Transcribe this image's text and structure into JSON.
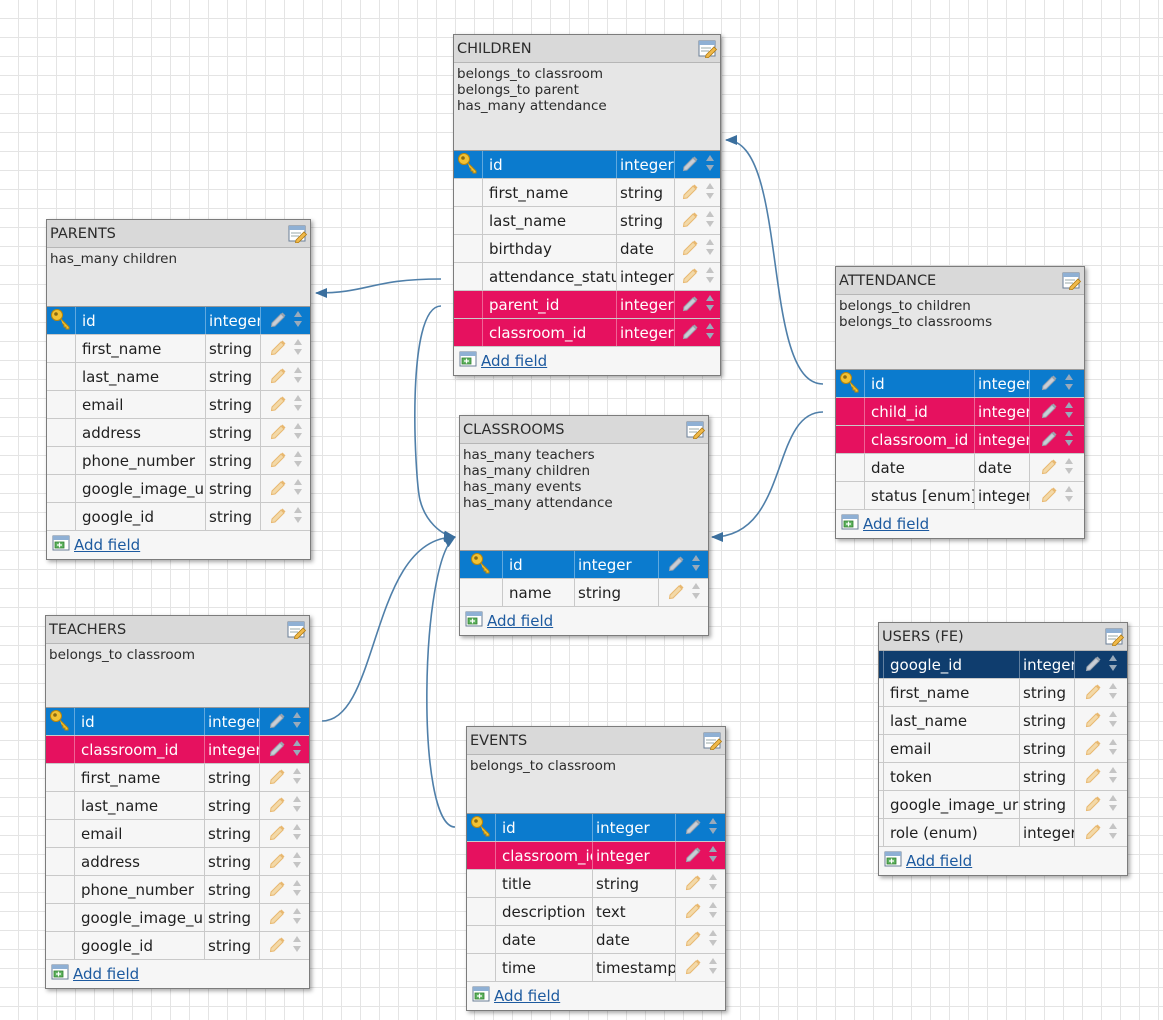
{
  "colors": {
    "primary_key_row": "#0b7bce",
    "foreign_key_row": "#e6115f",
    "fe_key_row": "#0f3d6e",
    "connector": "#4f7fa9",
    "link": "#1d5a9f"
  },
  "icons": {
    "key": "key-icon",
    "edit_table": "edit-table-icon",
    "edit_field": "pencil-icon",
    "reorder": "updown-arrows-icon",
    "add_field": "add-field-icon"
  },
  "add_field_label": "Add field",
  "tables": {
    "children": {
      "title": "CHILDREN",
      "description": "belongs_to classroom\nbelongs_to parent\nhas_many attendance",
      "fields": [
        {
          "name": "id",
          "type": "integer",
          "kind": "pk"
        },
        {
          "name": "first_name",
          "type": "string",
          "kind": ""
        },
        {
          "name": "last_name",
          "type": "string",
          "kind": ""
        },
        {
          "name": "birthday",
          "type": "date",
          "kind": ""
        },
        {
          "name": "attendance_status",
          "type": "integer",
          "kind": ""
        },
        {
          "name": "parent_id",
          "type": "integer",
          "kind": "fk"
        },
        {
          "name": "classroom_id",
          "type": "integer",
          "kind": "fk"
        }
      ]
    },
    "parents": {
      "title": "PARENTS",
      "description": "has_many children",
      "fields": [
        {
          "name": "id",
          "type": "integer",
          "kind": "pk"
        },
        {
          "name": "first_name",
          "type": "string",
          "kind": ""
        },
        {
          "name": "last_name",
          "type": "string",
          "kind": ""
        },
        {
          "name": "email",
          "type": "string",
          "kind": ""
        },
        {
          "name": "address",
          "type": "string",
          "kind": ""
        },
        {
          "name": "phone_number",
          "type": "string",
          "kind": ""
        },
        {
          "name": "google_image_url",
          "type": "string",
          "kind": ""
        },
        {
          "name": "google_id",
          "type": "string",
          "kind": ""
        }
      ]
    },
    "attendance": {
      "title": "ATTENDANCE",
      "description": "belongs_to children\nbelongs_to classrooms",
      "fields": [
        {
          "name": "id",
          "type": "integer",
          "kind": "pk"
        },
        {
          "name": "child_id",
          "type": "integer",
          "kind": "fk"
        },
        {
          "name": "classroom_id",
          "type": "integer",
          "kind": "fk"
        },
        {
          "name": "date",
          "type": "date",
          "kind": ""
        },
        {
          "name": "status [enum]",
          "type": "integer",
          "kind": ""
        }
      ]
    },
    "classrooms": {
      "title": "CLASSROOMS",
      "description": "has_many teachers\nhas_many children\nhas_many events\nhas_many attendance",
      "fields": [
        {
          "name": "id",
          "type": "integer",
          "kind": "pk"
        },
        {
          "name": "name",
          "type": "string",
          "kind": ""
        }
      ]
    },
    "teachers": {
      "title": "TEACHERS",
      "description": "belongs_to classroom",
      "fields": [
        {
          "name": "id",
          "type": "integer",
          "kind": "pk"
        },
        {
          "name": "classroom_id",
          "type": "integer",
          "kind": "fk"
        },
        {
          "name": "first_name",
          "type": "string",
          "kind": ""
        },
        {
          "name": "last_name",
          "type": "string",
          "kind": ""
        },
        {
          "name": "email",
          "type": "string",
          "kind": ""
        },
        {
          "name": "address",
          "type": "string",
          "kind": ""
        },
        {
          "name": "phone_number",
          "type": "string",
          "kind": ""
        },
        {
          "name": "google_image_url",
          "type": "string",
          "kind": ""
        },
        {
          "name": "google_id",
          "type": "string",
          "kind": ""
        }
      ]
    },
    "events": {
      "title": "EVENTS",
      "description": "belongs_to classroom",
      "fields": [
        {
          "name": "id",
          "type": "integer",
          "kind": "pk"
        },
        {
          "name": "classroom_id",
          "type": "integer",
          "kind": "fk"
        },
        {
          "name": "title",
          "type": "string",
          "kind": ""
        },
        {
          "name": "description",
          "type": "text",
          "kind": ""
        },
        {
          "name": "date",
          "type": "date",
          "kind": ""
        },
        {
          "name": "time",
          "type": "timestamp",
          "kind": ""
        }
      ]
    },
    "users": {
      "title": "USERS (FE)",
      "description": "",
      "fields": [
        {
          "name": "google_id",
          "type": "integer",
          "kind": "pkfe"
        },
        {
          "name": "first_name",
          "type": "string",
          "kind": ""
        },
        {
          "name": "last_name",
          "type": "string",
          "kind": ""
        },
        {
          "name": "email",
          "type": "string",
          "kind": ""
        },
        {
          "name": "token",
          "type": "string",
          "kind": ""
        },
        {
          "name": "google_image_url",
          "type": "string",
          "kind": ""
        },
        {
          "name": "role (enum)",
          "type": "integer",
          "kind": ""
        }
      ]
    }
  }
}
